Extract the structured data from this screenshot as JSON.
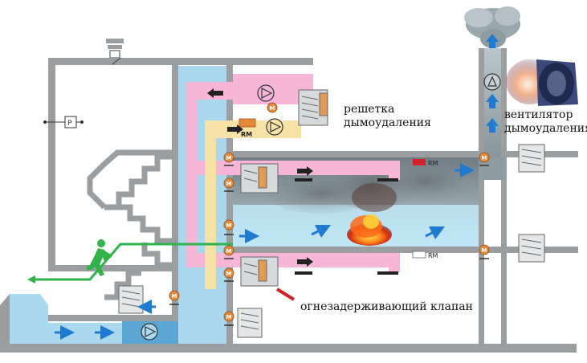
{
  "labels": {
    "grille_line1": "решетка",
    "grille_line2": "дымоудаления",
    "fan_line1": "вентилятор",
    "fan_line2": "дымоудаления",
    "fire_damper": "огнезадерживающий клапан"
  },
  "tags": {
    "pressure_sensor": "P",
    "motor": "M",
    "rm": "RM"
  },
  "colors": {
    "wall": "#9a9ea0",
    "shaft_blue": "#a9d8ef",
    "duct_pink": "#f7b6d8",
    "duct_yellow": "#f6e2a6",
    "room_blue": "#bfe6f6",
    "smoke_gray": "#7d8a8f",
    "exit_green": "#2fb34a",
    "air_arrow_blue": "#1e7bd0",
    "motor_orange": "#e58a3a",
    "damper_red": "#d0232a"
  }
}
